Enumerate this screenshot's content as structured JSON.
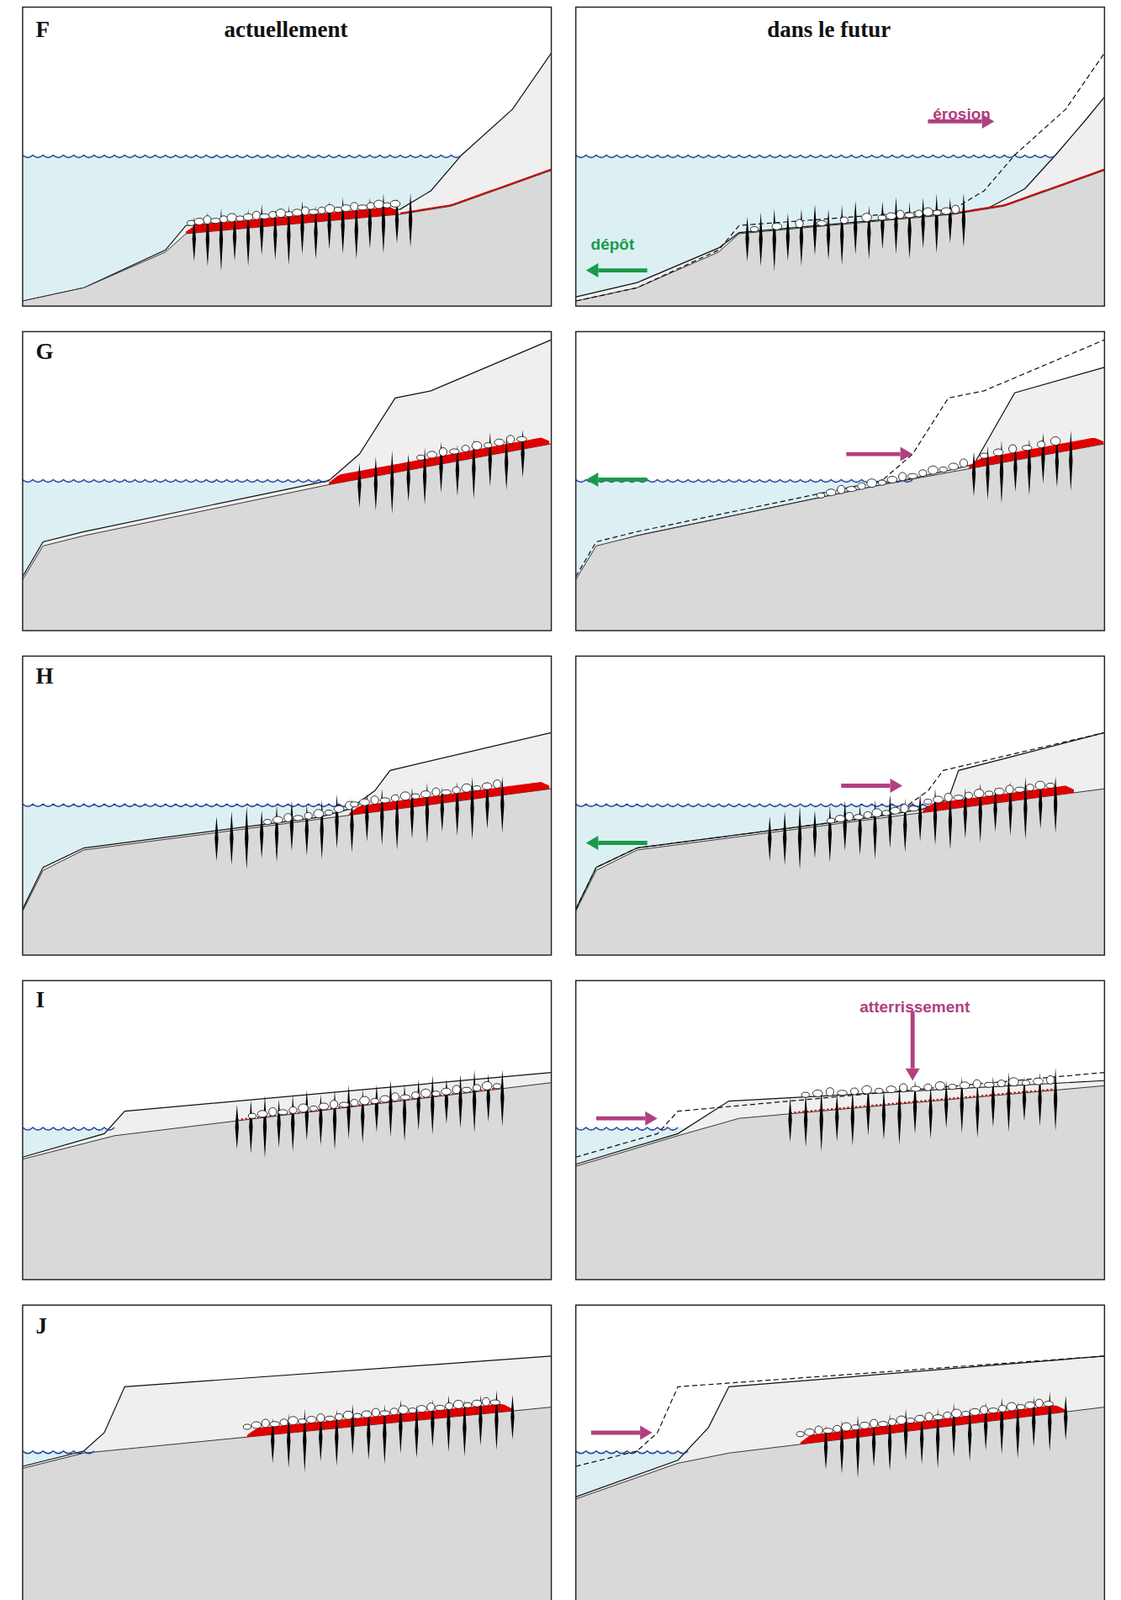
{
  "diagram": {
    "labels": [
      "F",
      "actuellement",
      "dans le futur",
      "érosion",
      "dépôt",
      "G",
      "H",
      "I",
      "atterrissement",
      "J"
    ]
  }
}
